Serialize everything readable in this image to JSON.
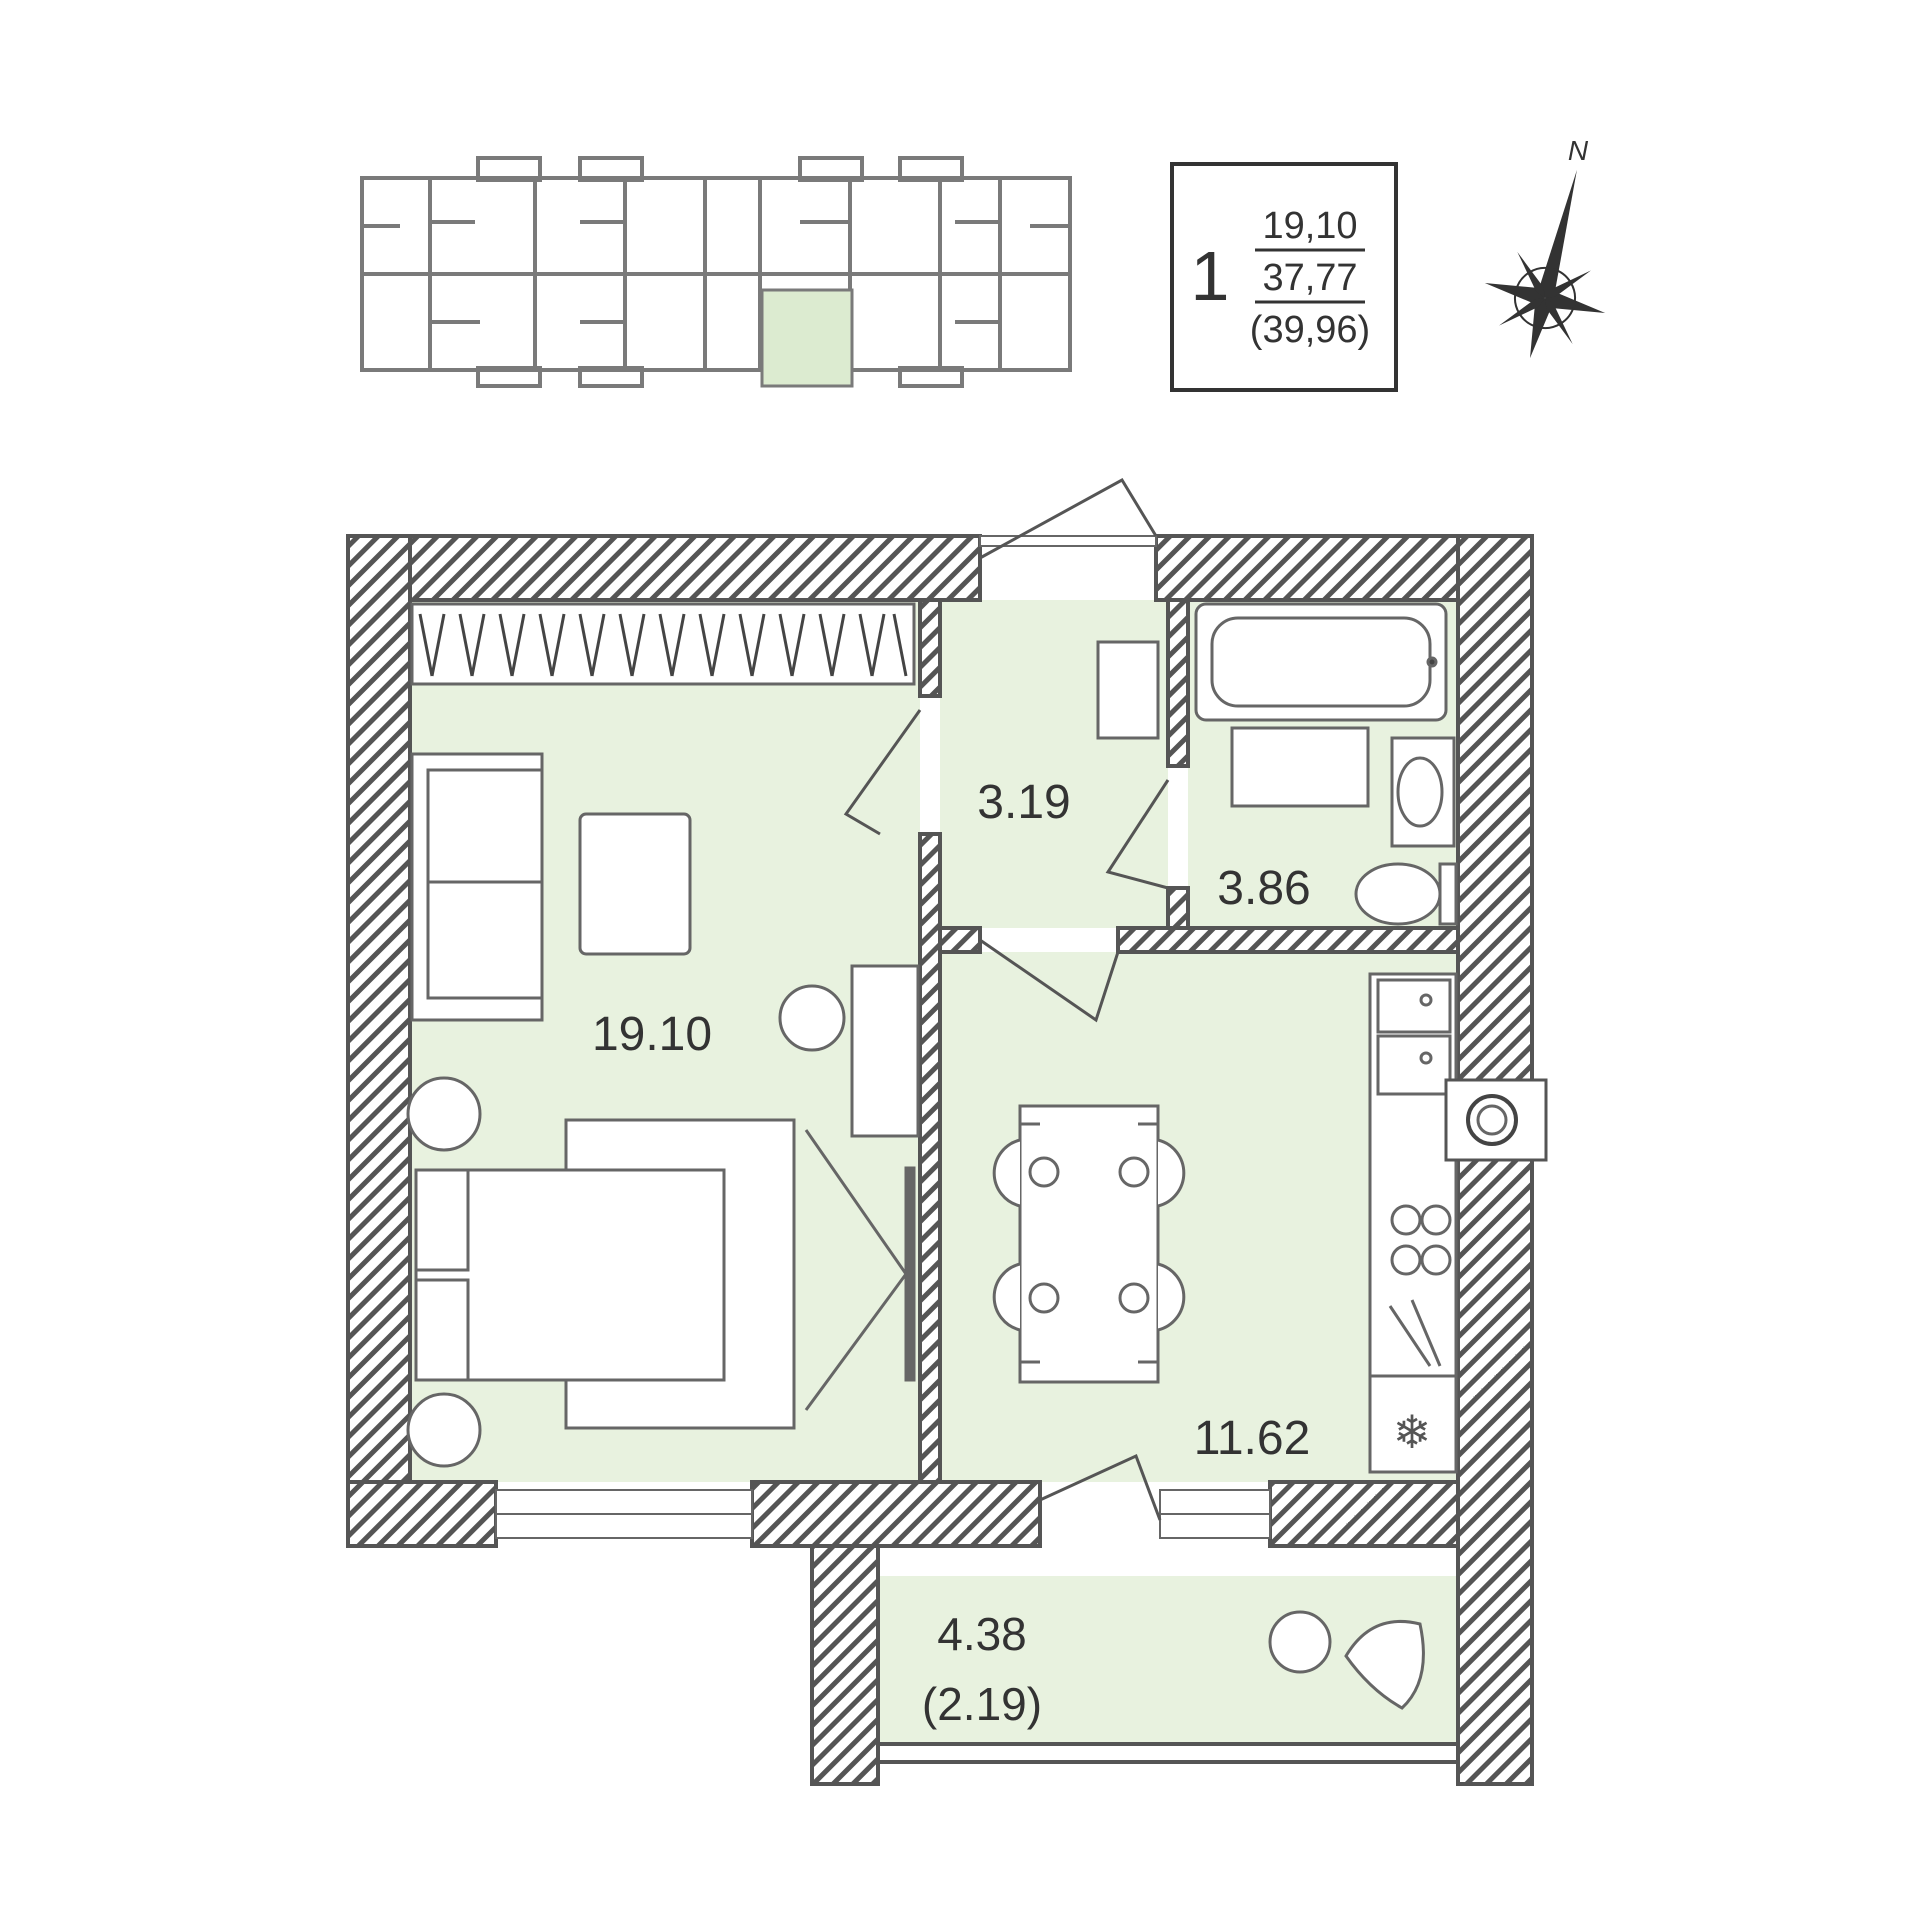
{
  "summary": {
    "rooms_count": "1",
    "living_area": "19,10",
    "total_area": "37,77",
    "total_with_balcony": "(39,96)"
  },
  "compass": {
    "north_label": "N"
  },
  "rooms": {
    "bedroom_area": "19.10",
    "hall_area": "3.19",
    "bathroom_area": "3.86",
    "kitchen_area": "11.62",
    "balcony_area": "4.38",
    "balcony_reduced_area": "(2.19)"
  },
  "colors": {
    "room_fill": "#e8f2df",
    "wall": "#555555",
    "line": "#666666",
    "highlight": "#dcebd0"
  }
}
